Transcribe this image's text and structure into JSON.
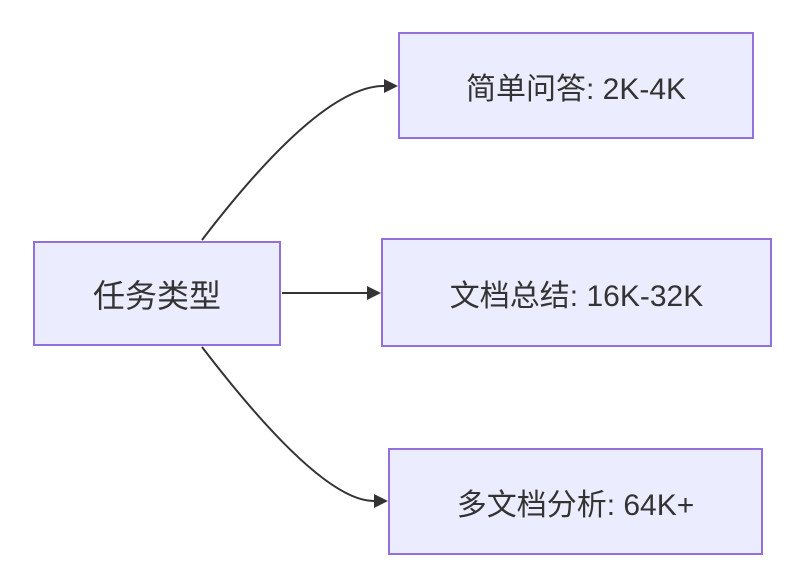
{
  "diagram": {
    "type": "flowchart",
    "direction": "LR",
    "nodes": [
      {
        "id": "root",
        "label": "任务类型"
      },
      {
        "id": "simple-qa",
        "label": "简单问答: 2K-4K"
      },
      {
        "id": "doc-summary",
        "label": "文档总结: 16K-32K"
      },
      {
        "id": "multi-doc",
        "label": "多文档分析: 64K+"
      }
    ],
    "edges": [
      {
        "from": "任务类型",
        "to": "简单问答: 2K-4K"
      },
      {
        "from": "任务类型",
        "to": "文档总结: 16K-32K"
      },
      {
        "from": "任务类型",
        "to": "多文档分析: 64K+"
      }
    ],
    "colors": {
      "background": "#ffffff",
      "node_fill": "#ECECFF",
      "node_border": "#9370DB",
      "arrow": "#333333",
      "text": "#333333"
    }
  }
}
